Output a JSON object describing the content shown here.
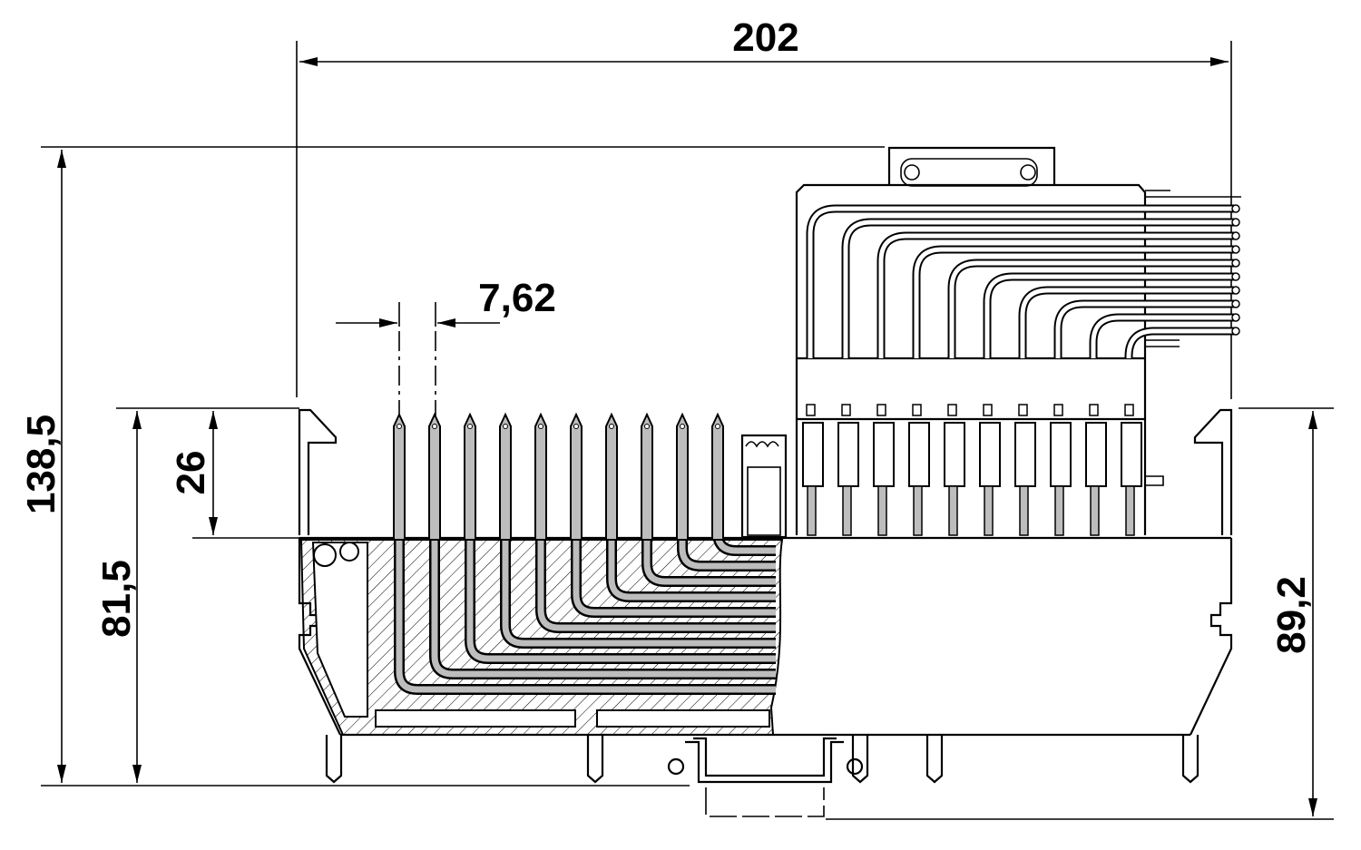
{
  "dimensions": {
    "overall_width": "202",
    "overall_height": "138,5",
    "pin_pitch": "7,62",
    "pin_length": "26",
    "body_height": "81,5",
    "height_with_rail": "89,2"
  },
  "colors": {
    "line": "#000000",
    "pin_fill": "#bdbdbd",
    "background": "#ffffff"
  }
}
